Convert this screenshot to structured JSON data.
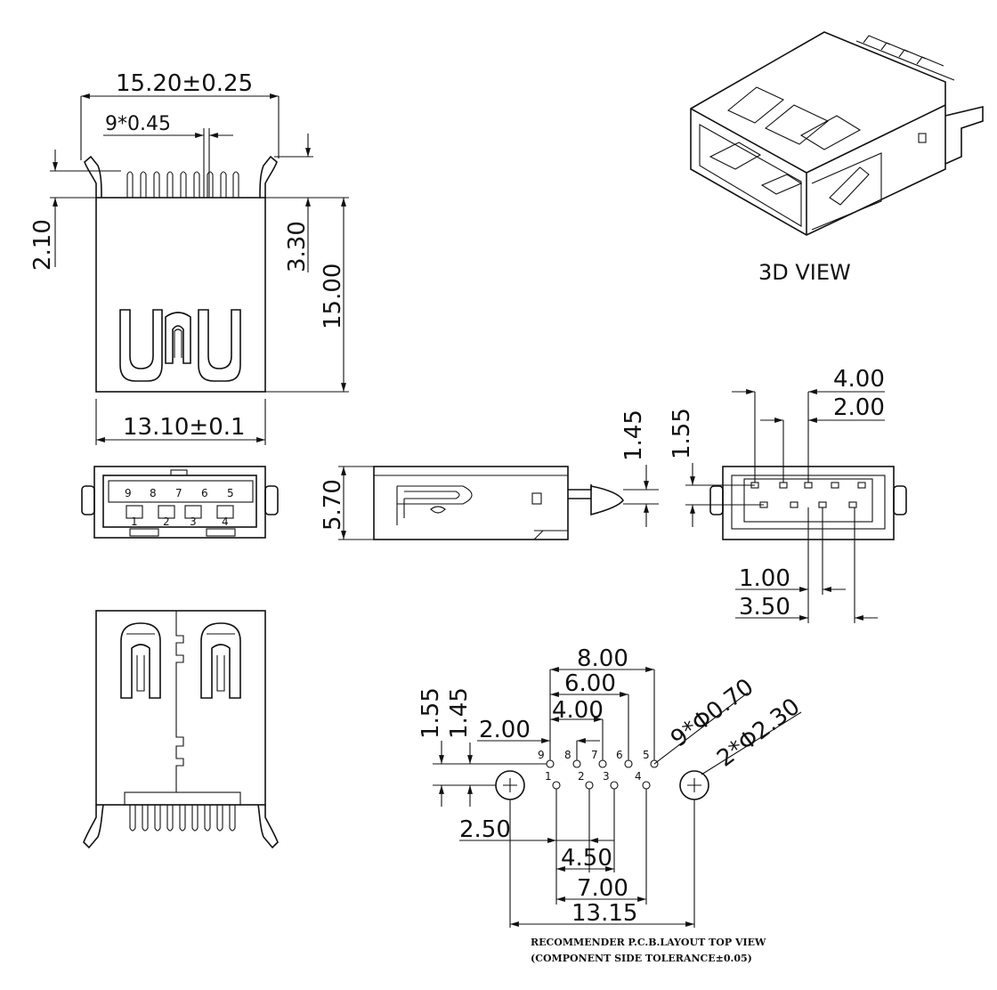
{
  "top_view": {
    "width_dim": "15.20±0.25",
    "pin_pitch_dim": "9*0.45",
    "left_height_dim": "2.10",
    "right_height_dim": "3.30",
    "body_height_dim": "15.00",
    "body_width_dim": "13.10±0.1"
  },
  "front_view": {
    "top_pins": [
      "9",
      "8",
      "7",
      "6",
      "5"
    ],
    "bottom_pins": [
      "1",
      "2",
      "3",
      "4"
    ]
  },
  "side_view": {
    "height_dim": "5.70"
  },
  "pin_end_view": {
    "dim_4": "4.00",
    "dim_2": "2.00",
    "dim_145": "1.45",
    "dim_155": "1.55",
    "dim_1": "1.00",
    "dim_35": "3.50"
  },
  "iso_view": {
    "label": "3D VIEW"
  },
  "pcb_layout": {
    "dim_8": "8.00",
    "dim_6": "6.00",
    "dim_4": "4.00",
    "dim_2": "2.00",
    "dim_155": "1.55",
    "dim_145": "1.45",
    "hole_small": "9*Φ0.70",
    "hole_large": "2*Φ2.30",
    "dim_25": "2.50",
    "dim_45": "4.50",
    "dim_7": "7.00",
    "dim_1315": "13.15",
    "top_pins": [
      "9",
      "8",
      "7",
      "6",
      "5"
    ],
    "bottom_pins": [
      "1",
      "2",
      "3",
      "4"
    ],
    "note_line1": "RECOMMENDER P.C.B.LAYOUT TOP VIEW",
    "note_line2": "(COMPONENT SIDE TOLERANCE±0.05)"
  }
}
